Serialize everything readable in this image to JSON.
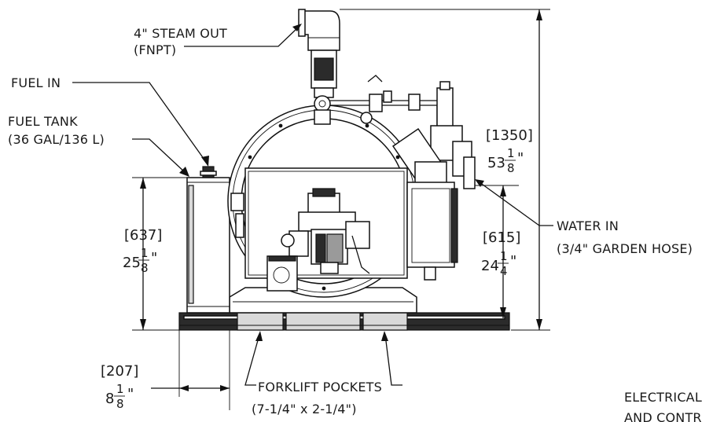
{
  "labels": {
    "steam_out_1": "4\" STEAM OUT",
    "steam_out_2": "(FNPT)",
    "fuel_in": "FUEL IN",
    "fuel_tank_1": "FUEL TANK",
    "fuel_tank_2": "(36 GAL/136 L)",
    "water_in_1": "WATER IN",
    "water_in_2": "(3/4\" GARDEN HOSE)",
    "forklift_1": "FORKLIFT POCKETS",
    "forklift_2": "(7-1/4\" x 2-1/4\")",
    "electrical_1": "ELECTRICAL",
    "electrical_2": "AND CONTR"
  },
  "dimensions": {
    "overall_height": {
      "mm": "[1350]",
      "whole": "53",
      "num": "1",
      "den": "8",
      "unit": "\""
    },
    "tank_height": {
      "mm": "[637]",
      "whole": "25",
      "num": "1",
      "den": "8",
      "unit": "\""
    },
    "water_in_height": {
      "mm": "[615]",
      "whole": "24",
      "num": "1",
      "den": "4",
      "unit": "\""
    },
    "tank_width": {
      "mm": "[207]",
      "whole": "8",
      "num": "1",
      "den": "8",
      "unit": "\""
    }
  }
}
